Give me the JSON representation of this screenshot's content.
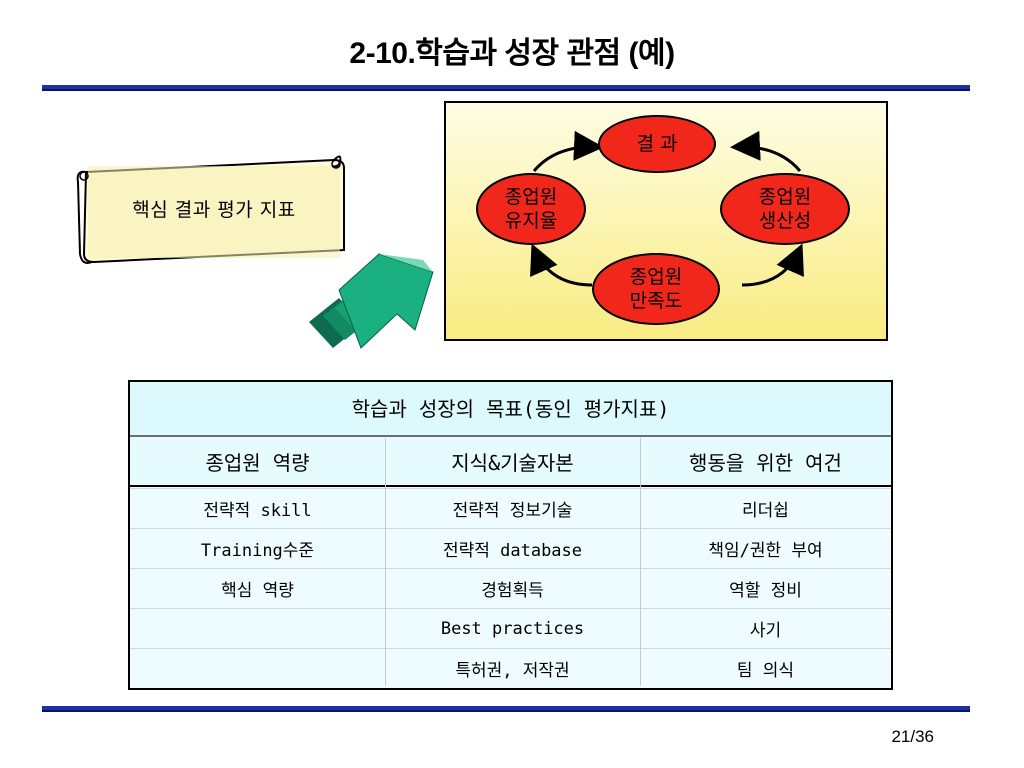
{
  "slide": {
    "title": "2-10.학습과 성장 관점 (예)",
    "page_number": "21/36"
  },
  "scroll": {
    "label": "핵심 결과 평가 지표"
  },
  "cycle": {
    "top": "결 과",
    "left": [
      "종업원",
      "유지율"
    ],
    "right": [
      "종업원",
      "생산성"
    ],
    "bottom": [
      "종업원",
      "만족도"
    ]
  },
  "table": {
    "title": "학습과 성장의 목표(동인 평가지표)",
    "headers": [
      "종업원 역량",
      "지식&기술자본",
      "행동을 위한 여건"
    ],
    "rows": [
      [
        "전략적 skill",
        "전략적 정보기술",
        "리더쉽"
      ],
      [
        "Training수준",
        "전략적 database",
        "책임/권한 부여"
      ],
      [
        "핵심 역량",
        "경험획득",
        "역할 정비"
      ],
      [
        "",
        "Best practices",
        "사기"
      ],
      [
        "",
        "특허권, 저작권",
        "팀 의식"
      ]
    ]
  },
  "colors": {
    "rule": "#1f2fa8",
    "node": "#f2271b",
    "arrow": "#1aa37a",
    "box_top": "#fffde4",
    "box_bottom": "#f8ec82",
    "table_bg": "#eefbff"
  }
}
